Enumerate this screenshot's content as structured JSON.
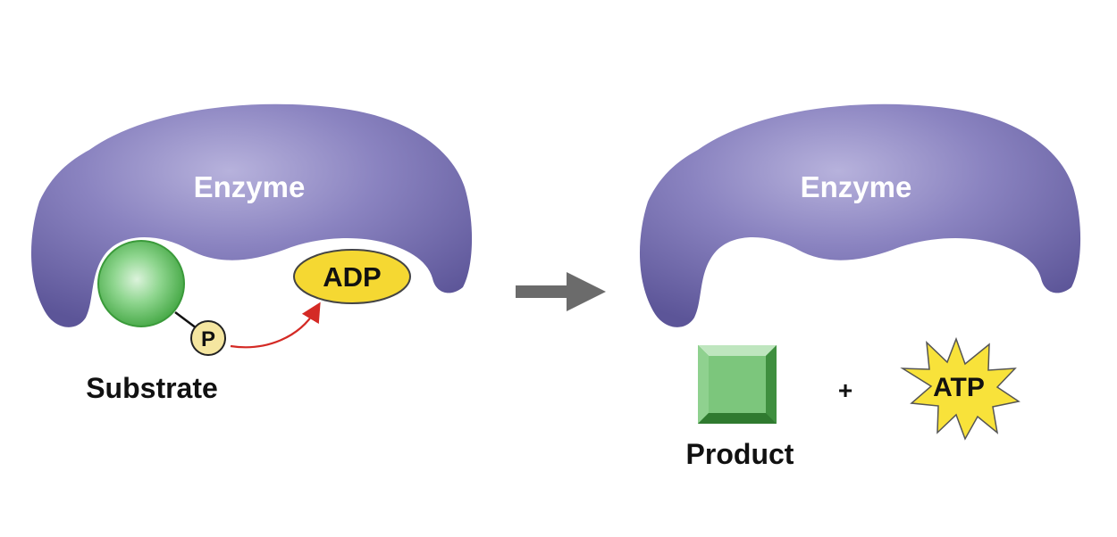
{
  "left_panel": {
    "enzyme_label": "Enzyme",
    "phosphate_label": "P",
    "adp_label": "ADP",
    "substrate_label": "Substrate"
  },
  "right_panel": {
    "enzyme_label": "Enzyme",
    "plus_label": "+",
    "atp_label": "ATP",
    "product_label": "Product"
  },
  "colors": {
    "enzyme": "#8079b8",
    "substrate": "#5cbf5c",
    "product": "#7cc67c",
    "phosphate": "#f5e6a0",
    "adp": "#f5d832",
    "atp": "#f8e23a",
    "transfer_arrow": "#d42a25",
    "reaction_arrow": "#6b6b6b"
  }
}
